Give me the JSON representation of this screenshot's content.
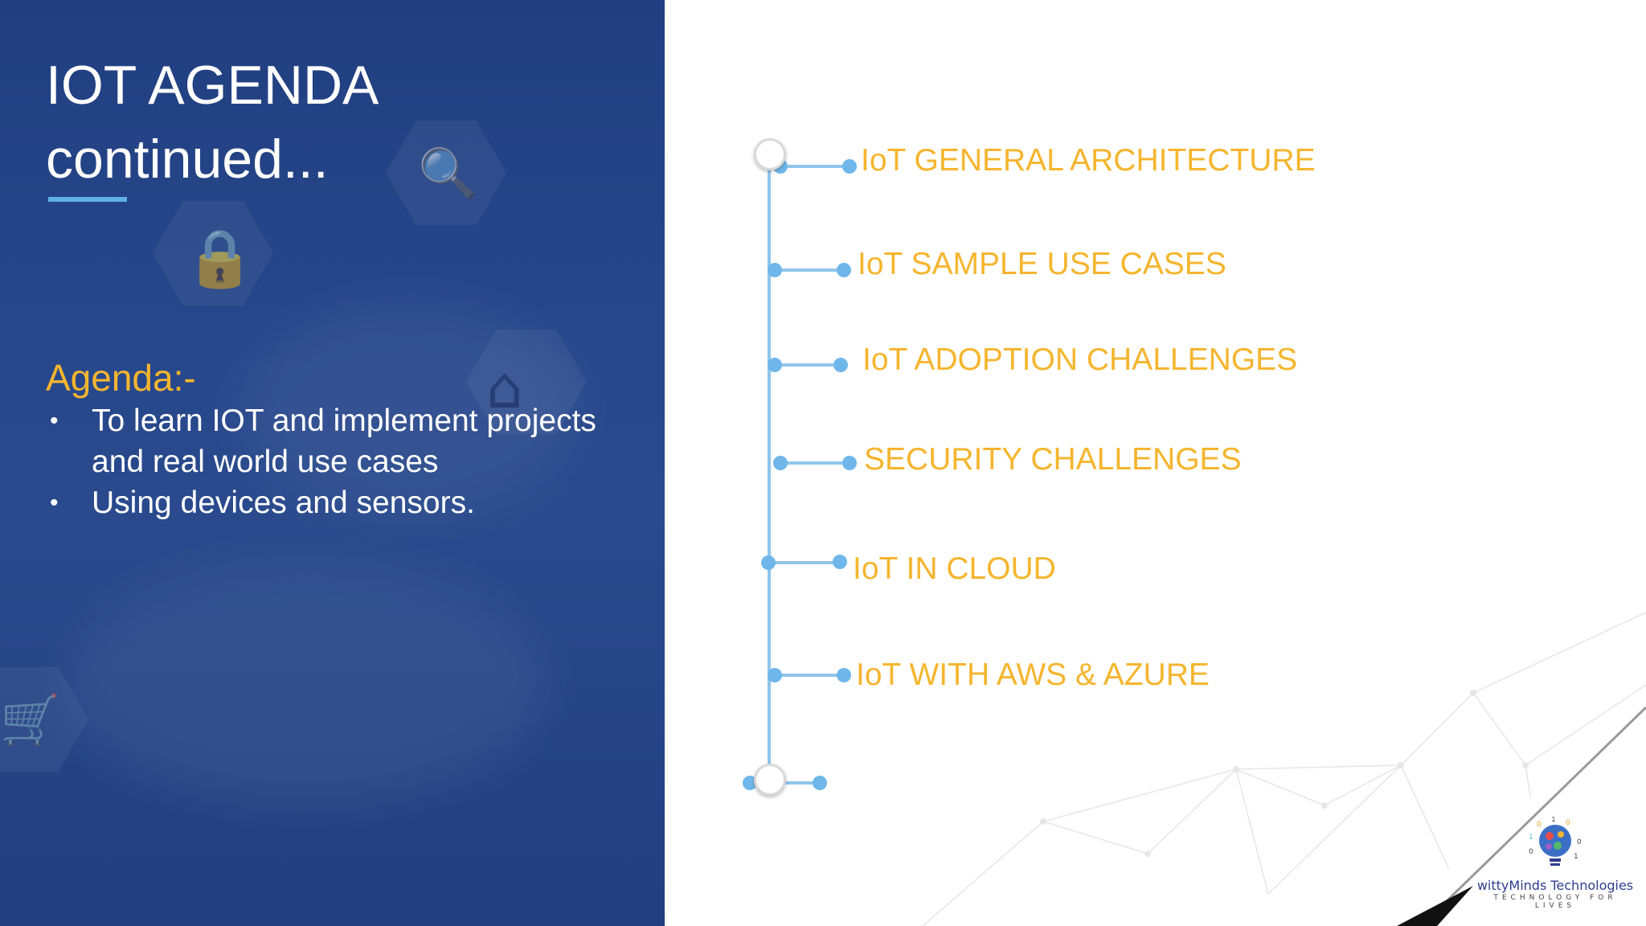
{
  "slide": {
    "title_line1": "IOT AGENDA",
    "title_line2": "continued...",
    "agenda_heading": "Agenda:-",
    "agenda_items": [
      "To learn IOT and implement projects and real world use cases",
      "Using devices and sensors."
    ]
  },
  "timeline": {
    "items": [
      "IoT GENERAL ARCHITECTURE",
      "IoT SAMPLE USE CASES",
      "IoT ADOPTION CHALLENGES",
      "SECURITY CHALLENGES",
      "IoT IN CLOUD",
      "IoT WITH AWS & AZURE"
    ]
  },
  "logo": {
    "name": "wittyMinds Technologies",
    "tagline": "TECHNOLOGY FOR LIVES"
  },
  "colors": {
    "panel": "#27478b",
    "accent": "#f5b52e",
    "timeline": "#8fc5ec",
    "underline": "#5fb0e6"
  }
}
